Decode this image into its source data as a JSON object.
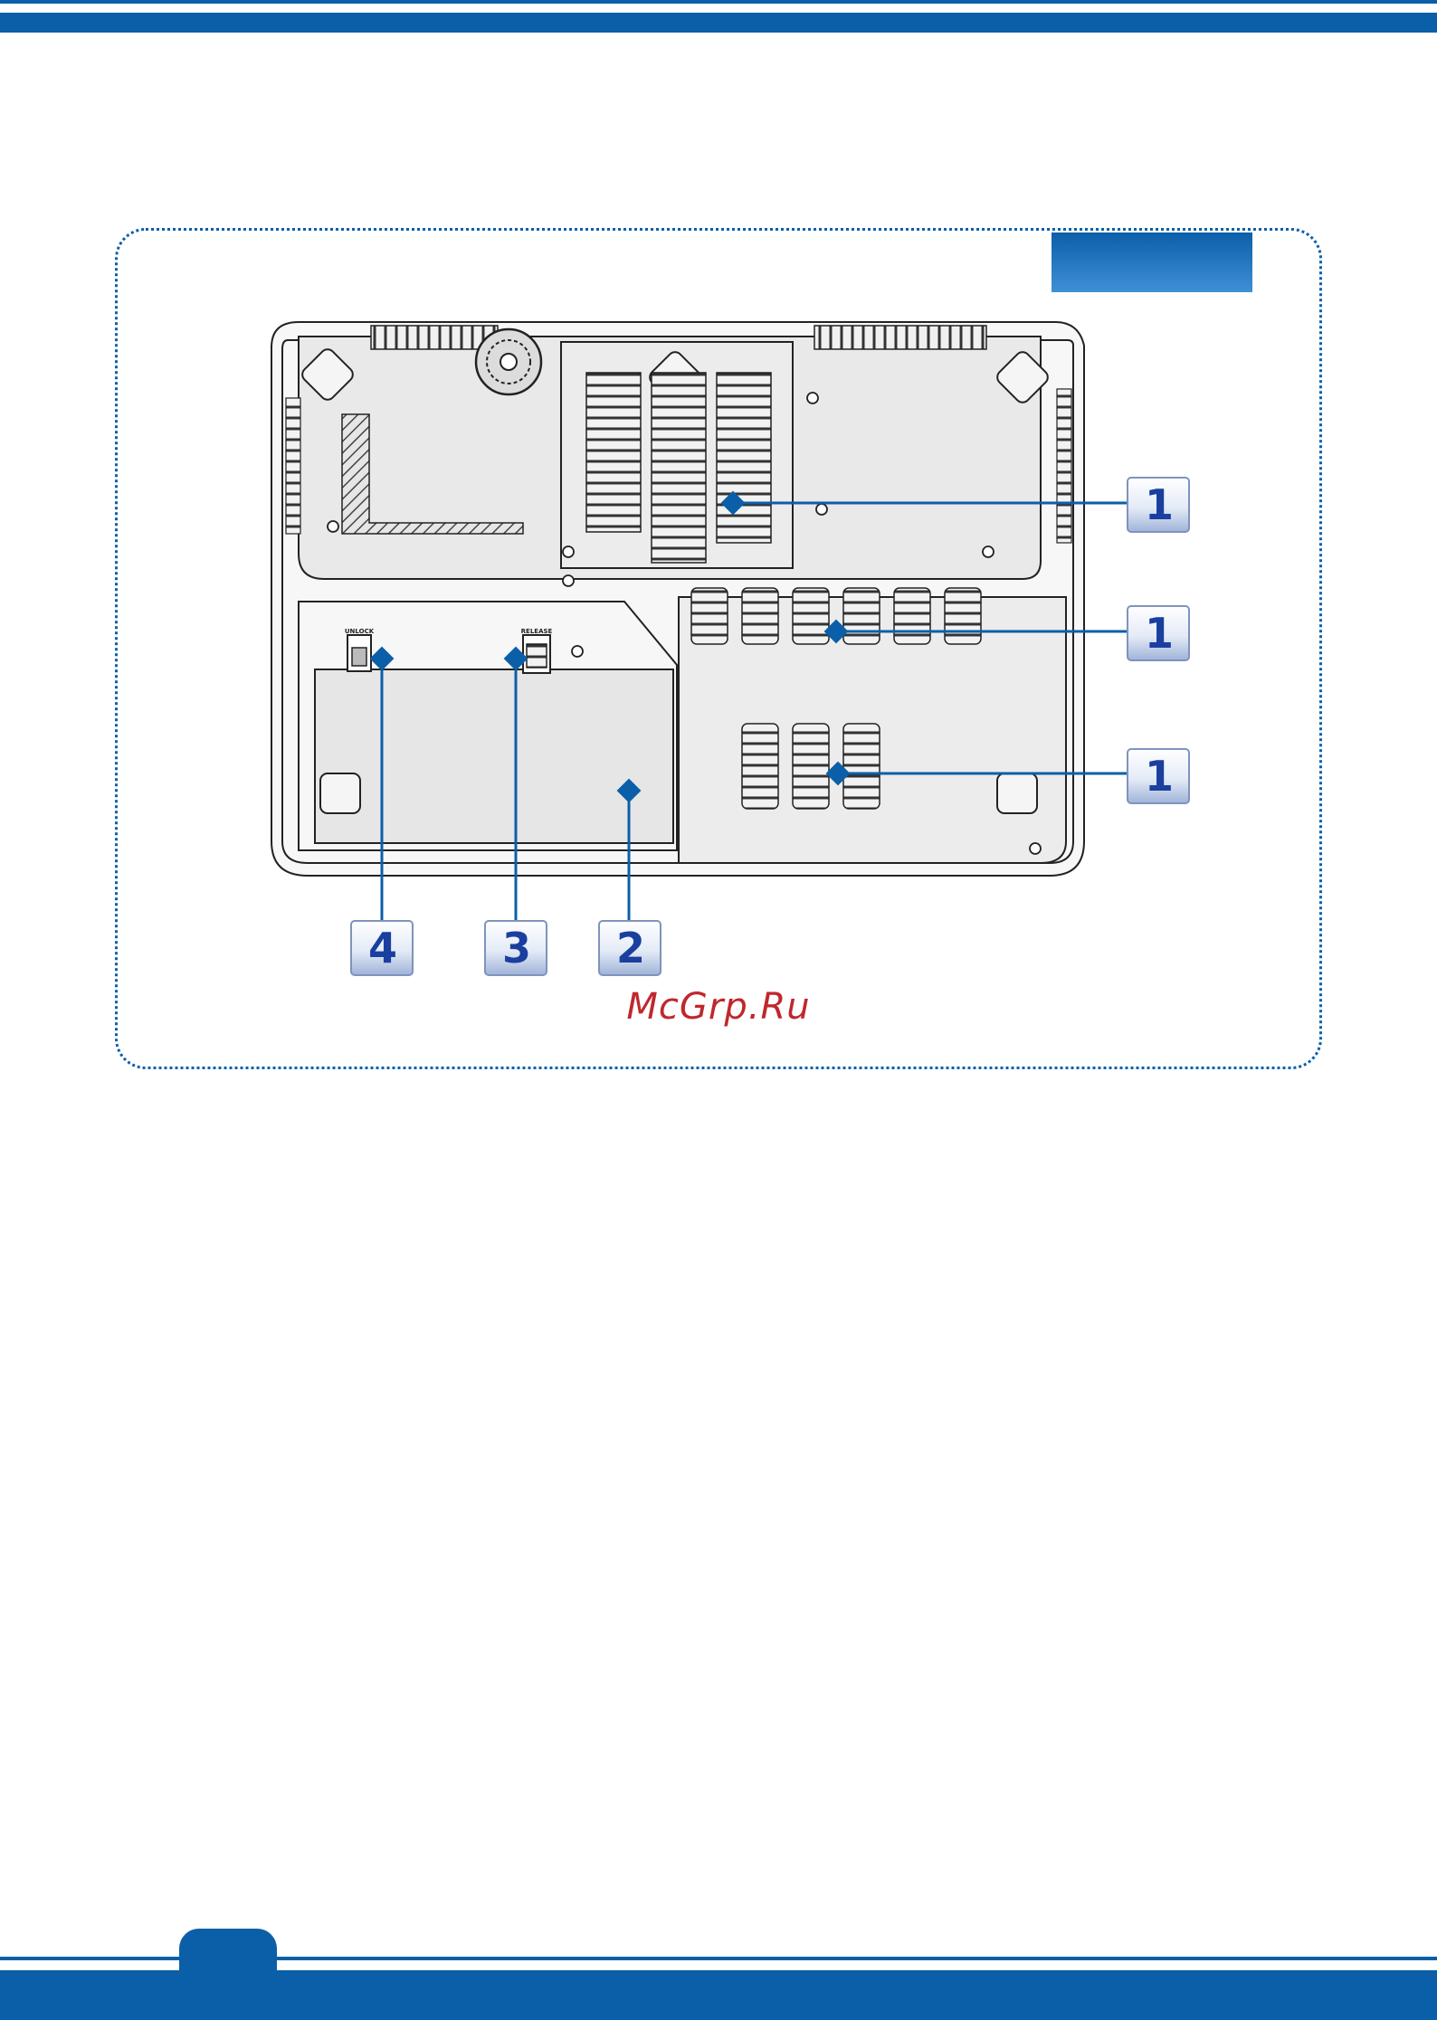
{
  "callouts": [
    {
      "id": "1",
      "label": "1"
    },
    {
      "id": "1b",
      "label": "1"
    },
    {
      "id": "1c",
      "label": "1"
    },
    {
      "id": "4",
      "label": "4"
    },
    {
      "id": "3",
      "label": "3"
    },
    {
      "id": "2",
      "label": "2"
    }
  ],
  "switch_labels": {
    "unlock": "UNLOCK",
    "release": "RELEASE"
  },
  "watermark": "McGrp.Ru",
  "colors": {
    "accent": "#0b5fa8",
    "callout_text": "#1a3f9e",
    "watermark": "#c0272d"
  }
}
